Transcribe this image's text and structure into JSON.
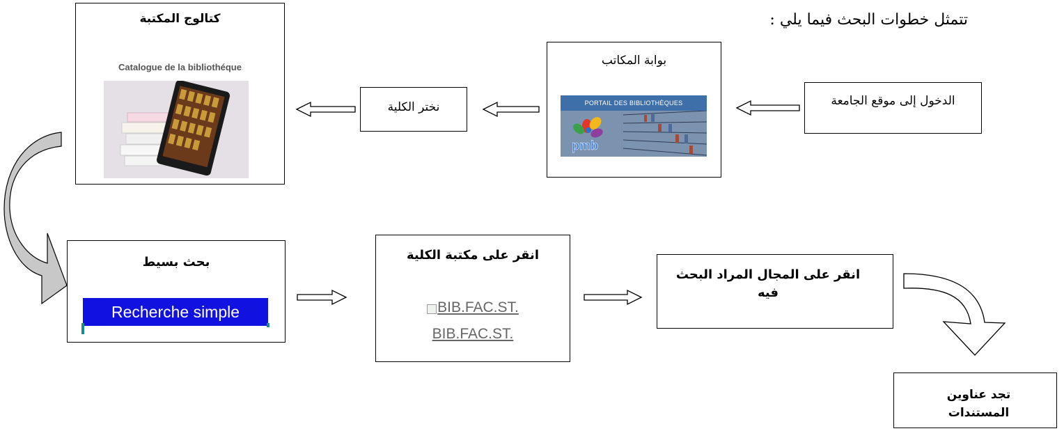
{
  "intro": "تتمثل خطوات البحث فيما يلي :",
  "steps": {
    "university_site": {
      "label": "الدخول إلى موقع الجامعة"
    },
    "library_portal": {
      "label": "بوابة المكاتب",
      "banner_text": "PORTAIL DES BIBLIOTHÈQUES",
      "logo_text": "pmb"
    },
    "choose_faculty": {
      "label": "نختر الكلية"
    },
    "library_catalog": {
      "label": "كتالوج المكتبة",
      "caption": "Catalogue de la bibliothéque"
    },
    "simple_search": {
      "label": "بحث بسيط",
      "button_text": "Recherche simple"
    },
    "faculty_library": {
      "label": "انقر على مكتبة الكلية",
      "image_alt": "BIB.FAC.ST.",
      "link_text": "BIB.FAC.ST."
    },
    "search_field": {
      "label": "انقر على المجال المراد البحث فيه"
    },
    "find_titles": {
      "label": "تجد عناوين المستندات"
    }
  },
  "colors": {
    "search_button_bg": "#1212e0",
    "portal_banner_bg": "#3f6fa8",
    "tablet_frame": "#1a1a1a",
    "link_gray": "#666666",
    "curved_arrow_fill": "#c8c8c8"
  }
}
